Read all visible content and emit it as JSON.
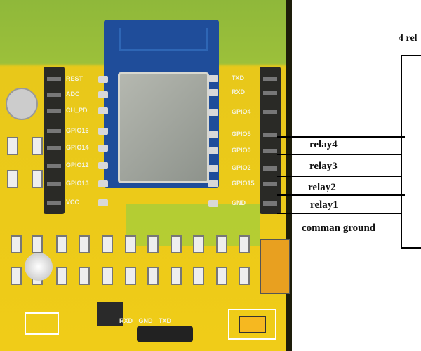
{
  "board": {
    "left_pins": [
      "REST",
      "ADC",
      "CH_PD",
      "GPIO16",
      "GPIO14",
      "GPIO12",
      "GPIO13",
      "VCC"
    ],
    "right_pins": [
      "TXD",
      "RXD",
      "GPIO4",
      "GPIO5",
      "GPIO0",
      "GPIO2",
      "GPIO15",
      "GND"
    ],
    "bottom_pins": [
      "RXD",
      "GND",
      "TXD"
    ],
    "colors": {
      "board": "#f0cc18",
      "module": "#1f4d9a",
      "header": "#2a2a26"
    }
  },
  "annotations": {
    "title": "4 rel",
    "relays": [
      "relay4",
      "relay3",
      "relay2",
      "relay1"
    ],
    "ground": "comman ground"
  }
}
